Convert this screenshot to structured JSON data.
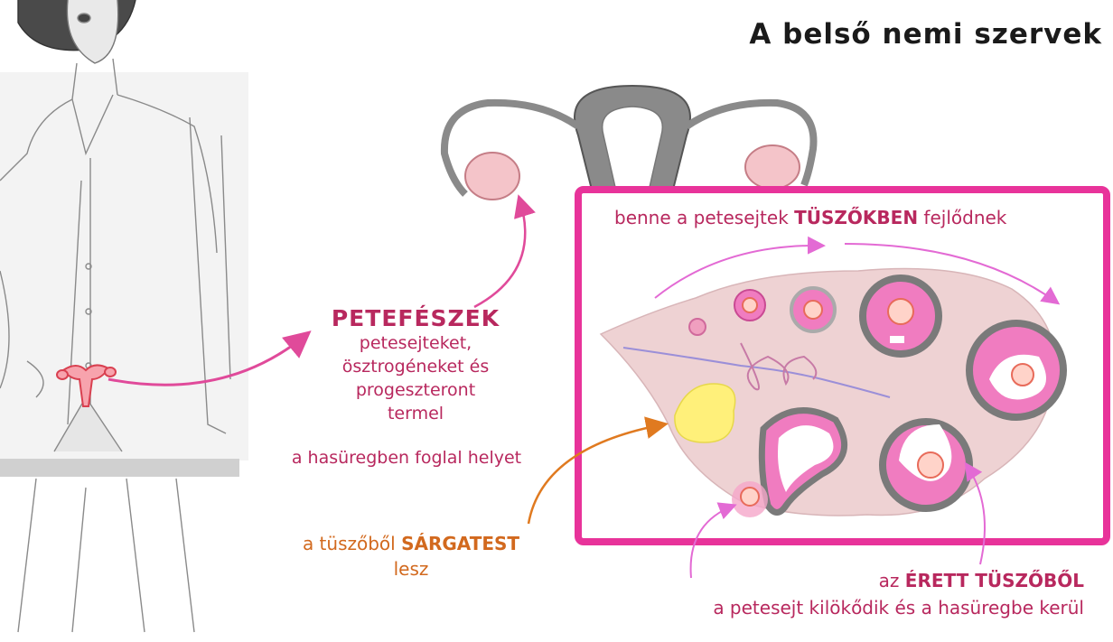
{
  "title": "A belső nemi szervek",
  "ovary": {
    "heading": "PETEFÉSZEK",
    "lines": [
      "petesejteket,",
      "ösztrogéneket és",
      "progeszteront",
      "termel"
    ],
    "location": "a hasüregben foglal helyet"
  },
  "box_caption": {
    "pre": "benne a petesejtek ",
    "bold": "TÜSZŐKBEN",
    "post": " fejlődnek"
  },
  "corpus_luteum": {
    "pre": "a tüszőből ",
    "bold": "SÁRGATEST",
    "line2": "lesz"
  },
  "mature_follicle": {
    "pre": "az ",
    "bold": "ÉRETT TÜSZŐBŐL",
    "line2": "a petesejt kilökődik és a hasüregbe kerül"
  },
  "colors": {
    "frame": "#e8339a",
    "label_pink": "#b8285e",
    "label_orange": "#d2691e",
    "follicle_pink": "#f07cc0",
    "corpus_yellow": "#fff07a",
    "uterus_gray": "#888888"
  }
}
